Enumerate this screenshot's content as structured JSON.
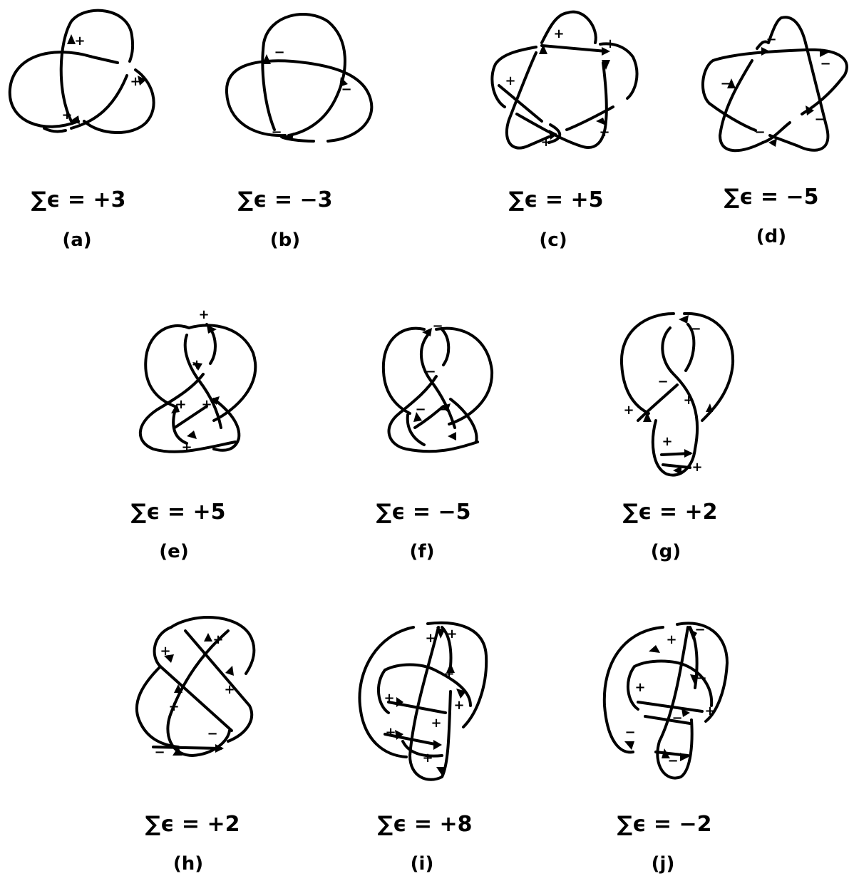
{
  "panels": [
    {
      "id": "a",
      "sum": "∑ϵ = +3",
      "label": "(a)"
    },
    {
      "id": "b",
      "sum": "∑ϵ = −3",
      "label": "(b)"
    },
    {
      "id": "c",
      "sum": "∑ϵ = +5",
      "label": "(c)"
    },
    {
      "id": "d",
      "sum": "∑ϵ = −5",
      "label": "(d)"
    },
    {
      "id": "e",
      "sum": "∑ϵ = +5",
      "label": "(e)"
    },
    {
      "id": "f",
      "sum": "∑ϵ = −5",
      "label": "(f)"
    },
    {
      "id": "g",
      "sum": "∑ϵ = +2",
      "label": "(g)"
    },
    {
      "id": "h",
      "sum": "∑ϵ = +2",
      "label": "(h)"
    },
    {
      "id": "i",
      "sum": "∑ϵ = +8",
      "label": "(i)"
    },
    {
      "id": "j",
      "sum": "∑ϵ = −2",
      "label": "(j)"
    }
  ],
  "signs": {
    "plus": "+",
    "minus": "−"
  }
}
